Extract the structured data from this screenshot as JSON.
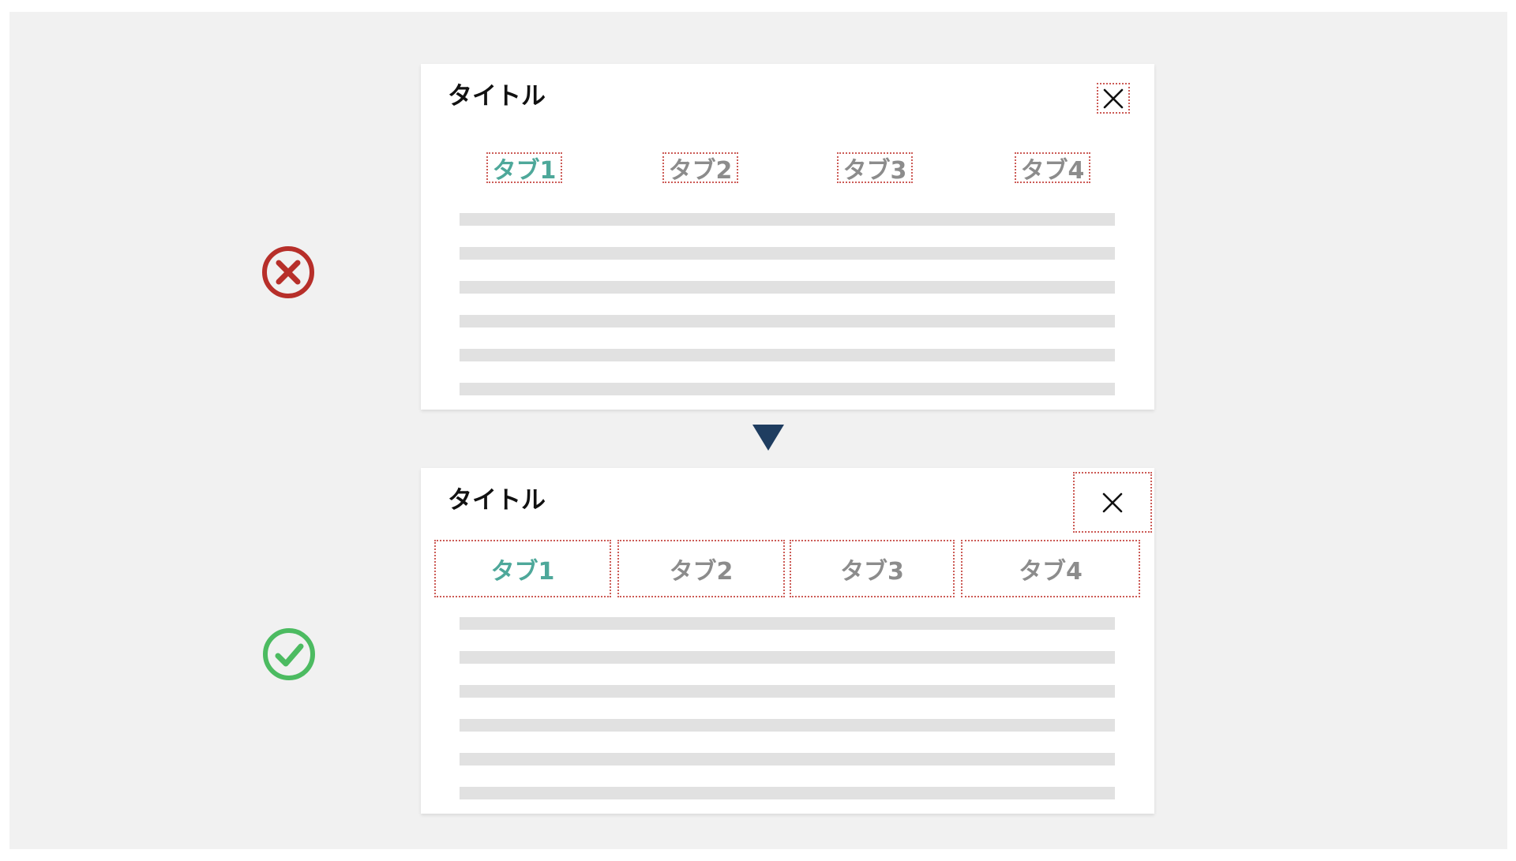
{
  "colors": {
    "background": "#f1f1f1",
    "active_tab": "#4ea89a",
    "inactive_tab": "#8c8c8c",
    "dotted_outline": "#cc5b56",
    "bad_icon": "#b72f2a",
    "good_icon": "#4cbb61",
    "arrow": "#1f3d60",
    "placeholder_line": "#e1e1e1"
  },
  "icons": {
    "bad": "circle-x-icon",
    "good": "circle-check-icon",
    "arrow": "triangle-down-icon",
    "close": "close-icon"
  },
  "bad_example": {
    "title": "タイトル",
    "tabs": [
      "タブ1",
      "タブ2",
      "タブ3",
      "タブ4"
    ],
    "active_tab": 0
  },
  "good_example": {
    "title": "タイトル",
    "tabs": [
      "タブ1",
      "タブ2",
      "タブ3",
      "タブ4"
    ],
    "active_tab": 0
  }
}
